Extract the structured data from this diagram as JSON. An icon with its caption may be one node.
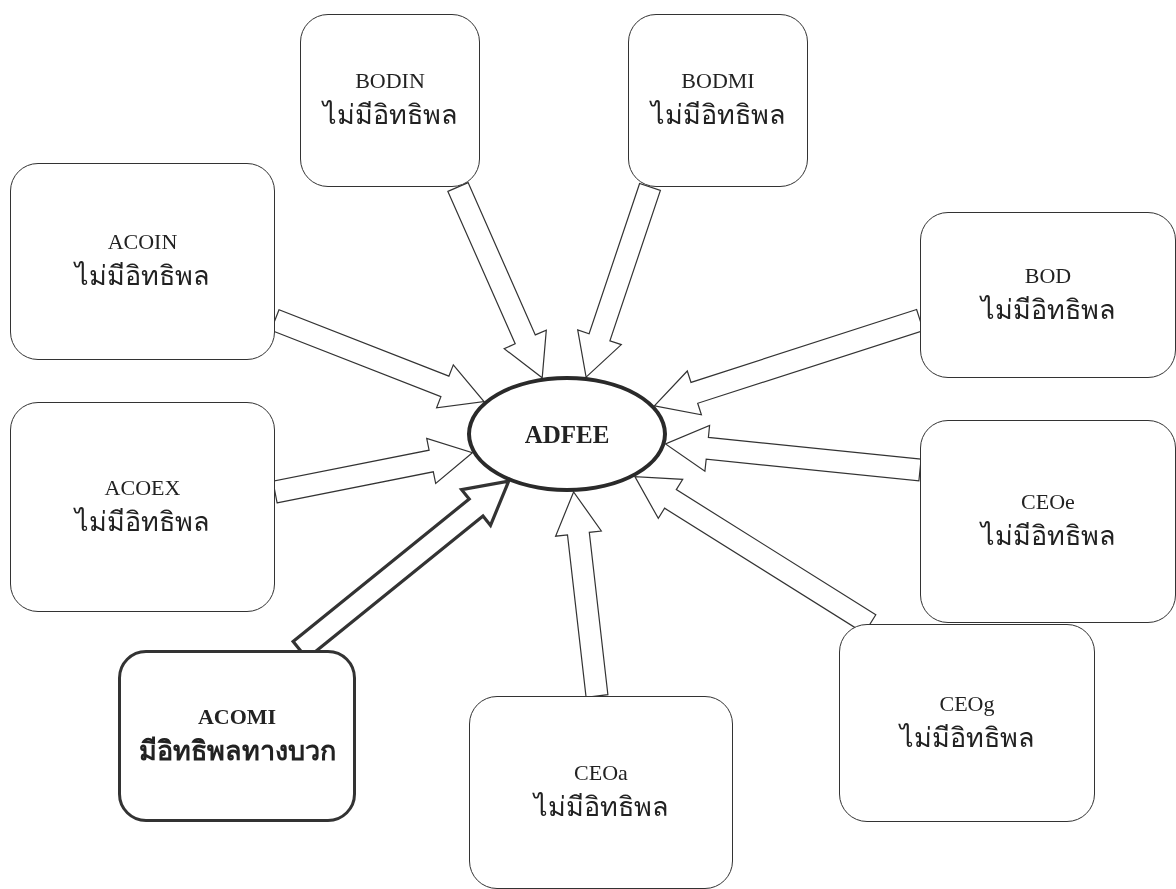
{
  "diagram": {
    "nodes": [
      {
        "text": [
          "ADFEE"
        ]
      },
      {
        "text": [
          "BODIN",
          "ไม่มีอิทธิพล"
        ]
      },
      {
        "text": [
          "BODMI",
          "ไม่มีอิทธิพล"
        ]
      },
      {
        "text": [
          "ACOIN",
          "ไม่มีอิทธิพล"
        ]
      },
      {
        "text": [
          "BOD",
          "ไม่มีอิทธิพล"
        ]
      },
      {
        "text": [
          "ACOEX",
          "ไม่มีอิทธิพล"
        ]
      },
      {
        "text": [
          "CEOe",
          "ไม่มีอิทธิพล"
        ]
      },
      {
        "text": [
          "ACOMI",
          "มีอิทธิพลทางบวก"
        ]
      },
      {
        "text": [
          "CEOa",
          "ไม่มีอิทธิพล"
        ]
      },
      {
        "text": [
          "CEOg",
          "ไม่มีอิทธิพล"
        ]
      }
    ],
    "edges": [
      {
        "from": 1,
        "to": 0,
        "arrow": "to"
      },
      {
        "from": 2,
        "to": 0,
        "arrow": "to"
      },
      {
        "from": 3,
        "to": 0,
        "arrow": "to"
      },
      {
        "from": 4,
        "to": 0,
        "arrow": "to"
      },
      {
        "from": 5,
        "to": 0,
        "arrow": "to"
      },
      {
        "from": 6,
        "to": 0,
        "arrow": "to"
      },
      {
        "from": 7,
        "to": 0,
        "arrow": "to",
        "style": "thick"
      },
      {
        "from": 8,
        "to": 0,
        "arrow": "to"
      },
      {
        "from": 9,
        "to": 0,
        "arrow": "to"
      }
    ]
  }
}
